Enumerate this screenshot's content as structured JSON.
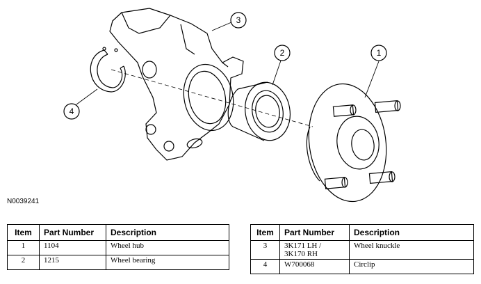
{
  "figure_id": "N0039241",
  "callouts": [
    "1",
    "2",
    "3",
    "4"
  ],
  "headers": {
    "item": "Item",
    "part_number": "Part Number",
    "description": "Description"
  },
  "table_left": [
    {
      "item": "1",
      "part_number": "1104",
      "description": "Wheel hub"
    },
    {
      "item": "2",
      "part_number": "1215",
      "description": "Wheel bearing"
    }
  ],
  "table_right": [
    {
      "item": "3",
      "part_number_line1": "3K171 LH /",
      "part_number_line2": "3K170 RH",
      "description": "Wheel knuckle"
    },
    {
      "item": "4",
      "part_number_line1": "W700068",
      "part_number_line2": "",
      "description": "Circlip"
    }
  ]
}
